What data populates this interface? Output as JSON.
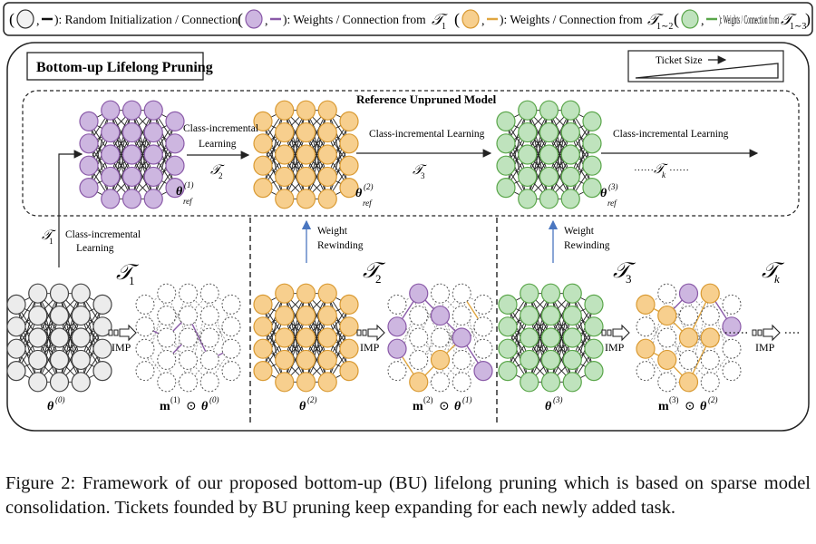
{
  "legend": {
    "random": "): Random Initialization / Connection",
    "task1": "): Weights / Connection from",
    "task12": "): Weights / Connection from",
    "task13": "): Weights / Connection from",
    "sym1": "𝒯",
    "sub1": "1",
    "sub12": "1∼2",
    "sub13": "1∼3",
    "colors": {
      "gray": "#d9d9d9",
      "purple": "#cdb6e0",
      "orange": "#f7cf8e",
      "green": "#bfe3bd",
      "purple_line": "#8a5aa8",
      "orange_line": "#e0a640",
      "green_line": "#5aa64a"
    }
  },
  "title": "Bottom-up Lifelong Pruning",
  "ticket_size": "Ticket Size",
  "ref_label": "Reference Unpruned Model",
  "cil": "Class-incremental",
  "cil_learning": "Learning",
  "cil_full": "Class-incremental Learning",
  "T": "𝒯",
  "t2": "2",
  "t3": "3",
  "t1": "1",
  "tk": "k",
  "dots_tk_left": "······",
  "dots_tk_right": "······",
  "theta": "θ",
  "ref": "ref",
  "sup1": "(1)",
  "sup2": "(2)",
  "sup3": "(3)",
  "sup0": "(0)",
  "weight": "Weight",
  "rewinding": "Rewinding",
  "imp": "IMP",
  "m": "m",
  "odot": "⊙",
  "caption_line1": "Figure 2:  Framework of our proposed bottom-up (BU) lifelong pruning which is based on sparse model",
  "caption_line2": "consolidation. Tickets founded by BU pruning keep expanding for each newly added task."
}
